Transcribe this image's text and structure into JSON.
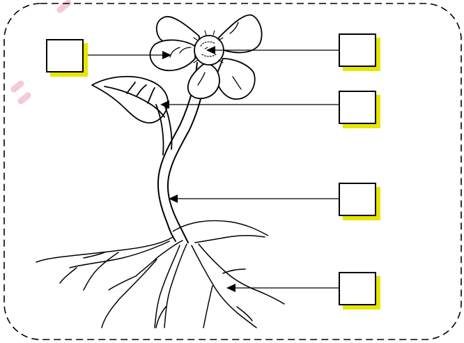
{
  "diagram": {
    "colors": {
      "line": "#000000",
      "box_border": "#000000",
      "box_shadow": "#e6e600",
      "background": "#ffffff",
      "watermark": "#f3c9dc"
    },
    "label_boxes": [
      {
        "id": "left-box",
        "text": ""
      },
      {
        "id": "right-box-1",
        "text": ""
      },
      {
        "id": "right-box-2",
        "text": ""
      },
      {
        "id": "right-box-3",
        "text": ""
      },
      {
        "id": "right-box-4",
        "text": ""
      }
    ]
  }
}
